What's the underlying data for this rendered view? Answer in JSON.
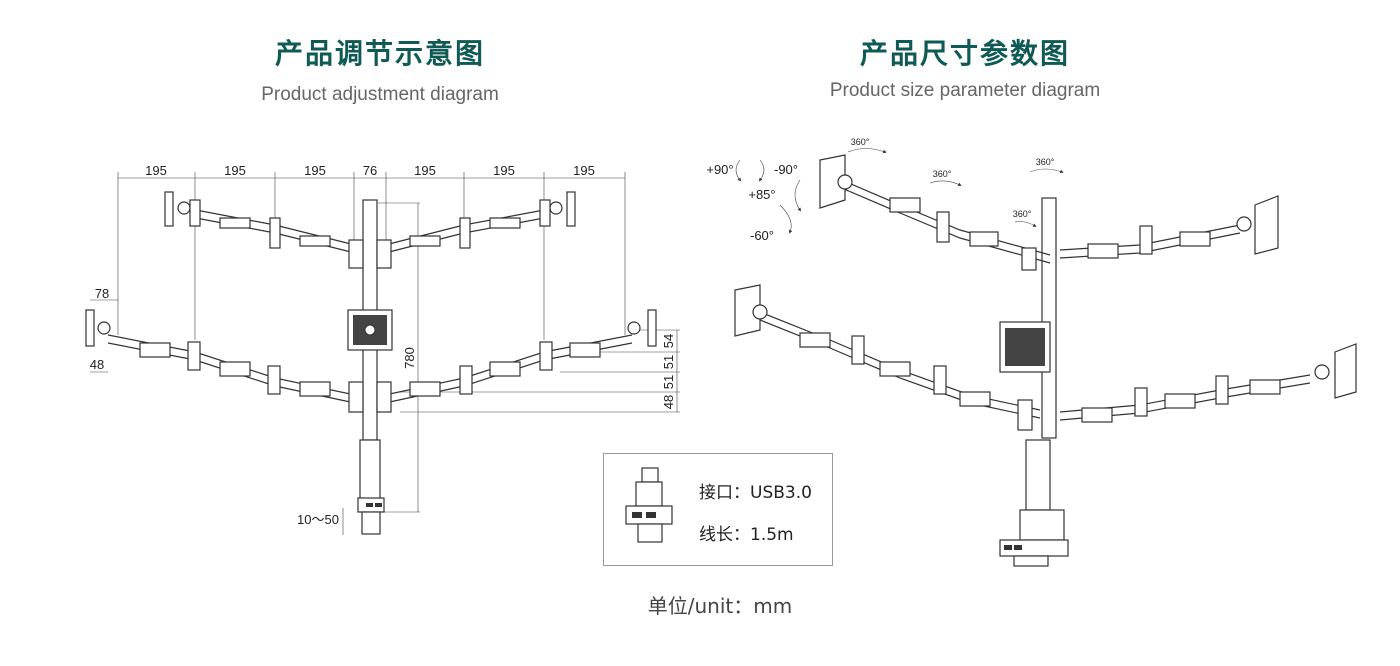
{
  "left": {
    "title": "产品调节示意图",
    "subtitle": "Product adjustment diagram",
    "dims_top": [
      "195",
      "195",
      "195",
      "76",
      "195",
      "195",
      "195"
    ],
    "dim_78": "78",
    "dim_48_left": "48",
    "dim_780": "780",
    "dims_right": [
      "54",
      "51",
      "51",
      "48"
    ],
    "dim_clamp": "10～50"
  },
  "right": {
    "title": "产品尺寸参数图",
    "subtitle": "Product size parameter diagram",
    "rotation": {
      "plus90": "+90°",
      "minus90": "-90°",
      "plus85": "+85°",
      "minus60": "-60°",
      "r360_a": "360°",
      "r360_b": "360°",
      "r360_c": "360°",
      "r360_d": "360°"
    }
  },
  "usb": {
    "port": "接口：USB3.0",
    "cable": "线长：1.5m"
  },
  "unit": "单位/unit：mm"
}
